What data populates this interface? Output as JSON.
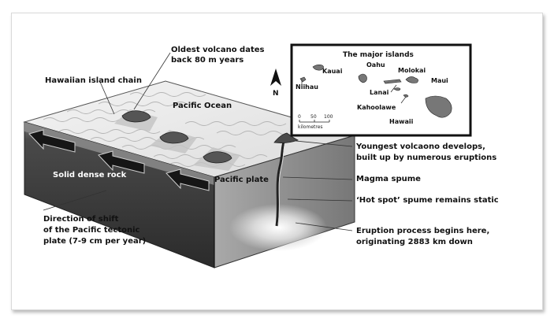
{
  "labels": {
    "oldest_volcano_line1": "Oldest volcano dates",
    "oldest_volcano_line2": "back 80 m years",
    "island_chain": "Hawaiian island chain",
    "pacific_ocean": "Pacific Ocean",
    "solid_rock": "Solid dense rock",
    "pacific_plate": "Pacific plate",
    "shift_line1": "Direction of shift",
    "shift_line2": "of the Pacific tectonic",
    "shift_line3": "plate (7-9 cm per year)",
    "youngest_line1": "Youngest volcaono develops,",
    "youngest_line2": "built up by numerous eruptions",
    "magma_spume": "Magma spume",
    "hot_spot": "‘Hot spot’ spume remains static",
    "eruption_line1": "Eruption process begins here,",
    "eruption_line2": "originating 2883 km down"
  },
  "compass": {
    "letter": "N"
  },
  "inset": {
    "title": "The major islands",
    "islands": [
      "Niihau",
      "Kauai",
      "Oahu",
      "Molokai",
      "Maui",
      "Lanai",
      "Kahoolawe",
      "Hawaii"
    ],
    "scale": {
      "ticks": [
        "0",
        "50",
        "100"
      ],
      "unit": "kilometres"
    }
  },
  "colors": {
    "ocean_top": "#ececec",
    "ocean_side": "#6a6a6a",
    "rock_front": "#3a3a3a",
    "rock_right": "#8a8a8a",
    "arrow": "#1a1a1a",
    "volcano": "#555555"
  }
}
